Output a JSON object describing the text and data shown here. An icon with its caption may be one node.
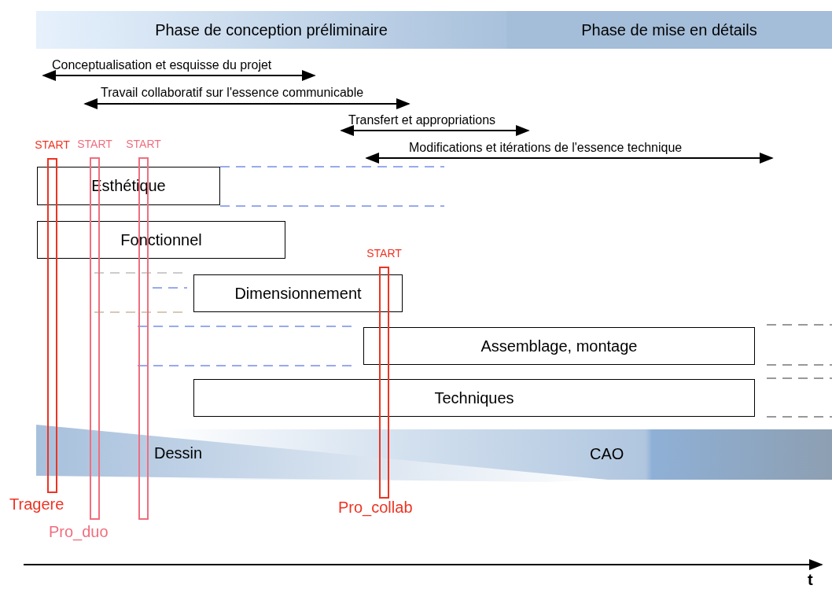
{
  "diagram": {
    "nodes": [
      {
        "text": [
          "Phase de conception préliminaire"
        ]
      },
      {
        "text": [
          "Phase de mise en détails"
        ]
      },
      {
        "text": [
          "Esthétique"
        ]
      },
      {
        "text": [
          "Fonctionnel"
        ]
      },
      {
        "text": [
          "Dimensionnement"
        ]
      },
      {
        "text": [
          "Assemblage, montage"
        ]
      },
      {
        "text": [
          "Techniques"
        ]
      },
      {
        "text": [
          "Dessin"
        ]
      },
      {
        "text": [
          "CAO"
        ]
      },
      {
        "text": [
          "START"
        ],
        "beside": [
          "Tragere"
        ]
      },
      {
        "text": [
          "START"
        ],
        "beside": [
          "Pro_duo"
        ]
      },
      {
        "text": [
          "START"
        ]
      },
      {
        "text": [
          "START"
        ],
        "beside": [
          "Pro_collab"
        ]
      }
    ],
    "edges": [],
    "labels": [
      "Conceptualisation et esquisse du projet",
      "Travail collaboratif sur l'essence communicable",
      "Transfert et appropriations",
      "Modifications et itérations de l'essence technique",
      "t"
    ]
  }
}
